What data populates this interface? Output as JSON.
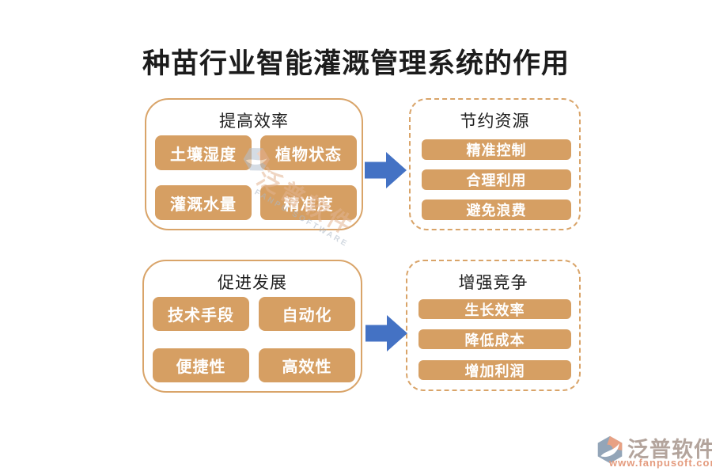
{
  "title": "种苗行业智能灌溉管理系统的作用",
  "groups": [
    {
      "title": "提高效率",
      "border": "solid",
      "items": [
        "土壤湿度",
        "植物状态",
        "灌溉水量",
        "精准度"
      ]
    },
    {
      "title": "节约资源",
      "border": "dashed",
      "items": [
        "精准控制",
        "合理利用",
        "避免浪费"
      ]
    },
    {
      "title": "促进发展",
      "border": "solid",
      "items": [
        "技术手段",
        "自动化",
        "便捷性",
        "高效性"
      ]
    },
    {
      "title": "增强竞争",
      "border": "dashed",
      "items": [
        "生长效率",
        "降低成本",
        "增加利润"
      ]
    }
  ],
  "watermark": {
    "brand": "泛普软件",
    "subtitle": "FANPU SOFTWARE"
  },
  "footer": {
    "brand": "泛普软件",
    "url": "www.fanpusoft.com"
  },
  "icons": [
    "arrow-right-icon",
    "fanpu-logo-icon"
  ],
  "colors": {
    "pill_fill": "#d69f63",
    "box_border": "#d9a469",
    "arrow_blue": "#4472c4",
    "title_text": "#1c1c1c",
    "pill_text": "#ffffff",
    "footer_brand": "#b3a49c",
    "footer_url": "#e49b7e"
  }
}
